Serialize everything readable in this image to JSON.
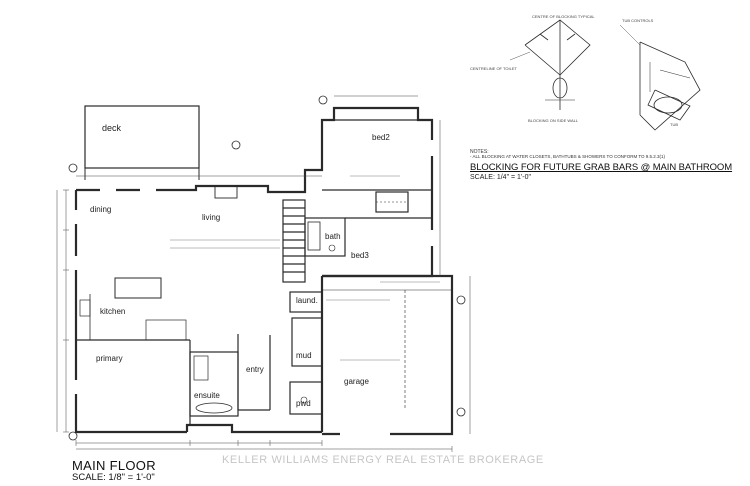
{
  "rooms": {
    "deck": "deck",
    "bed2": "bed2",
    "dining": "dining",
    "living": "living",
    "bath": "bath",
    "bed3": "bed3",
    "laund": "laund.",
    "kitchen": "kitchen",
    "primary": "primary",
    "mud": "mud",
    "entry": "entry",
    "ensuite": "ensuite",
    "garage": "garage",
    "pwd": "pwd"
  },
  "notes": {
    "title": "NOTES:",
    "body": "- ALL BLOCKING AT WATER CLOSETS, BATHTUBS & SHOWERS TO CONFORM TO 9.5.2.3(1)"
  },
  "blocking": {
    "title": "BLOCKING FOR FUTURE GRAB BARS @ MAIN BATHROOM",
    "scale": "SCALE: 1/4\" = 1'-0\""
  },
  "detail_labels": {
    "centre_blocking": "CENTRE OF BLOCKING TYPICAL",
    "centre_toilet": "CENTRELINE OF TOILET",
    "blocking_tub_wall": "BLOCKING ON SIDE WALL",
    "tub_controls": "TUB CONTROLS",
    "tub": "TUB"
  },
  "main_floor": {
    "title": "MAIN FLOOR",
    "scale": "SCALE: 1/8\" = 1'-0\""
  },
  "watermark": "KELLER WILLIAMS ENERGY REAL ESTATE BROKERAGE"
}
